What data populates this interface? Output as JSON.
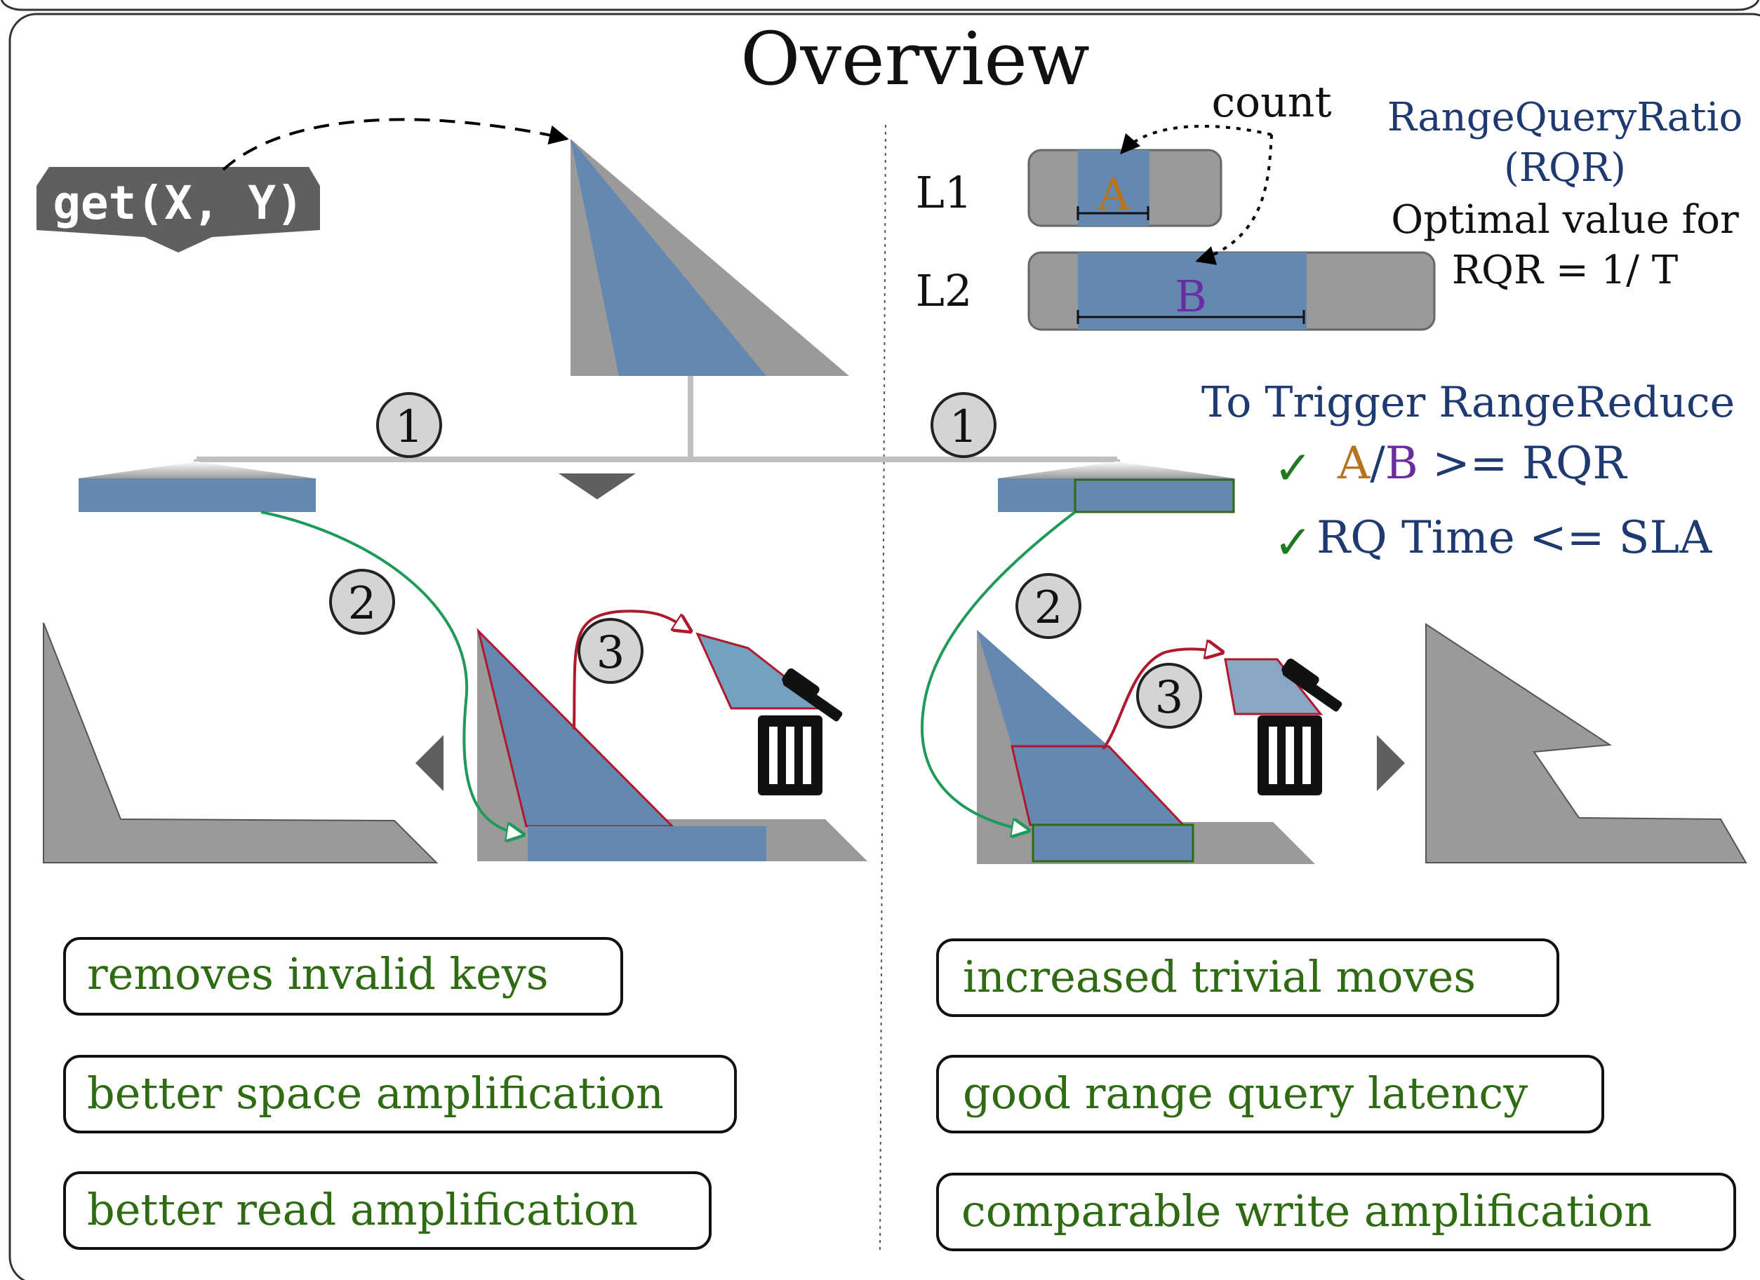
{
  "title": "Overview",
  "get_button": {
    "label": "get(X, Y)"
  },
  "steps": {
    "one": "1",
    "two": "2",
    "three": "3"
  },
  "levels": {
    "l1_label": "L1",
    "l2_label": "L2",
    "a_label": "A",
    "b_label": "B",
    "count_label": "count"
  },
  "rqr": {
    "line1": "RangeQueryRatio",
    "line2": "(RQR)",
    "line3": "Optimal value for",
    "line4": "RQR = 1/ T"
  },
  "trigger": {
    "heading": "To Trigger RangeReduce",
    "cond1_a": "A",
    "cond1_slash": "/",
    "cond1_b": "B",
    "cond1_rest": " >= RQR",
    "cond2": "RQ Time <= SLA",
    "check_glyph": "✓"
  },
  "benefits_left": [
    "removes invalid keys",
    "better space amplification",
    "better read amplification"
  ],
  "benefits_right": [
    "increased trivial moves",
    "good range query latency",
    "comparable write amplification"
  ],
  "colors": {
    "blue": "#6489b0",
    "gray": "#9a9a9a",
    "dark_gray": "#5f5f5f",
    "green": "#2e6b12",
    "navy": "#1f3a70",
    "orange": "#b8731f",
    "purple": "#6a2ca0",
    "arrow_green": "#1f9a5a",
    "arrow_red": "#b0182e"
  }
}
